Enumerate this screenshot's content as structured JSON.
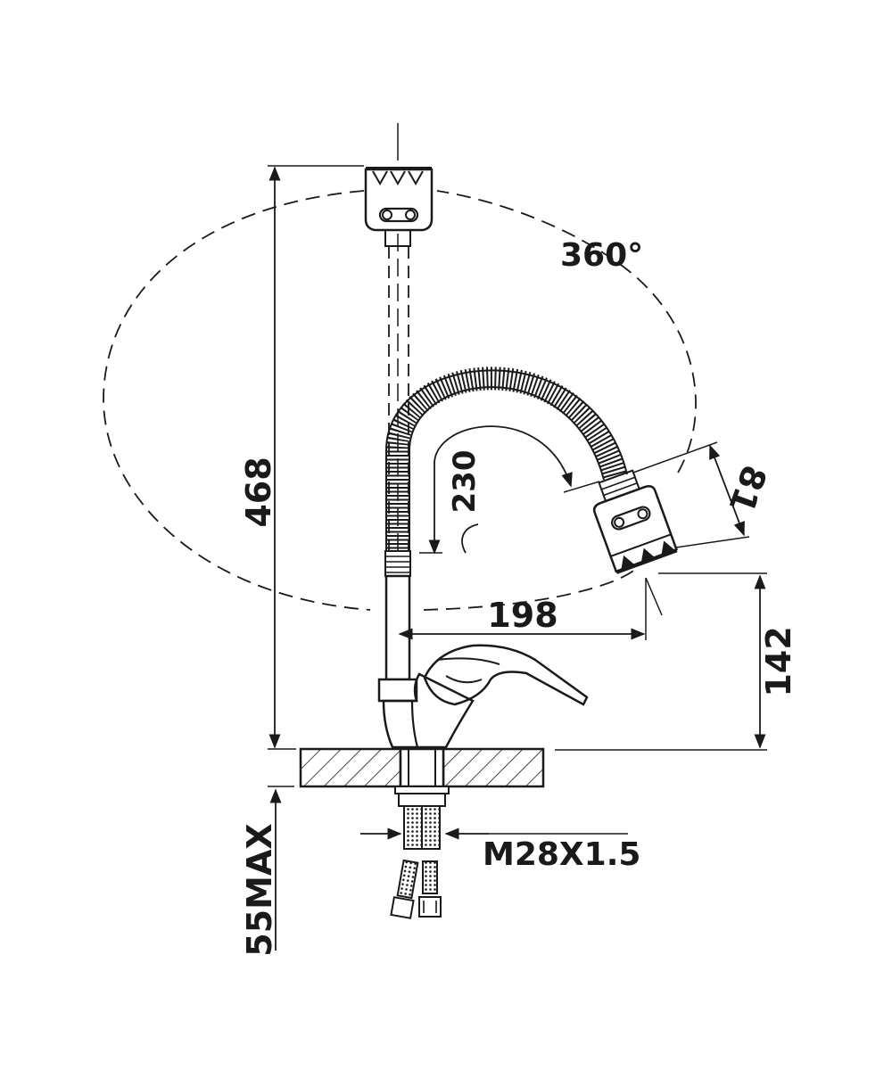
{
  "dimensions": {
    "height_total": "468",
    "rotation": "360°",
    "spout_drop": "230",
    "head_width": "81",
    "reach": "198",
    "outlet_height": "142",
    "thread": "M28X1.5",
    "deck_thickness": "55MAX"
  },
  "colors": {
    "line": "#1a1a1a",
    "background": "#ffffff"
  }
}
